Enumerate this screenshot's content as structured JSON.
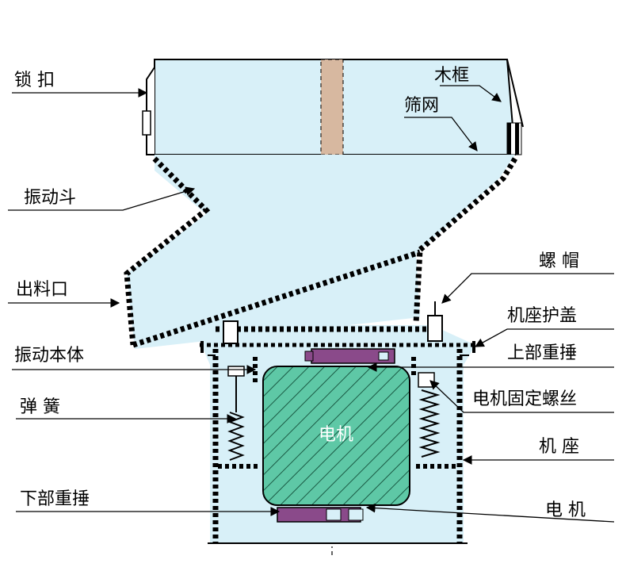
{
  "labels": {
    "lock_buckle": "锁  扣",
    "wood_frame": "木框",
    "screen_mesh": "筛网",
    "vibrating_hopper": "振动斗",
    "discharge_port": "出料口",
    "nut": "螺  帽",
    "base_cover": "机座护盖",
    "vibrating_body": "振动本体",
    "upper_weight": "上部重捶",
    "spring": "弹  簧",
    "motor_fixing_screw": "电机固定螺丝",
    "base": "机  座",
    "lower_weight": "下部重捶",
    "motor_label": "电  机",
    "motor_inner": "电机"
  },
  "colors": {
    "body_fill": "#d8f0f8",
    "motor_fill": "#5ec8a6",
    "weight_fill": "#8a4a8a",
    "center_bar": "#d7b8a0",
    "outline": "#000000"
  }
}
